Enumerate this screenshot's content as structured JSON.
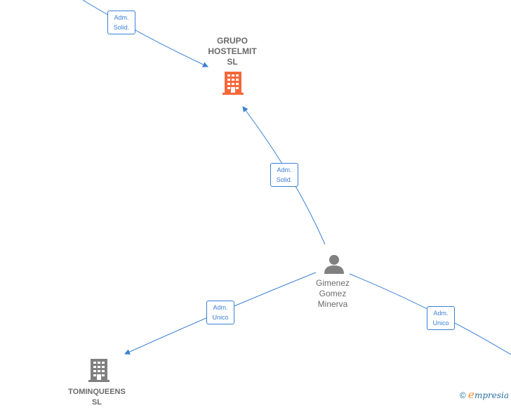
{
  "nodes": {
    "grupo": {
      "label": "GRUPO\nHOSTELMIT\nSL",
      "icon": "building-icon",
      "color": "#f4683a"
    },
    "person": {
      "label": "Gimenez\nGomez\nMinerva",
      "icon": "person-icon",
      "color": "#808080"
    },
    "tomin": {
      "label": "TOMINQUEENS\nSL",
      "icon": "building-icon",
      "color": "#808080"
    }
  },
  "edges": [
    {
      "id": "e1",
      "label_line1": "Adm.",
      "label_line2": "Solid."
    },
    {
      "id": "e2",
      "label_line1": "Adm.",
      "label_line2": "Solid."
    },
    {
      "id": "e3",
      "label_line1": "Adm.",
      "label_line2": "Unico"
    },
    {
      "id": "e4",
      "label_line1": "Adm.",
      "label_line2": "Unico"
    }
  ],
  "footer": {
    "copyright": "©",
    "brand_e": "e",
    "brand_rest": "mpresia"
  },
  "colors": {
    "edge": "#3a7fd5",
    "accent": "#f4683a",
    "node": "#808080"
  }
}
